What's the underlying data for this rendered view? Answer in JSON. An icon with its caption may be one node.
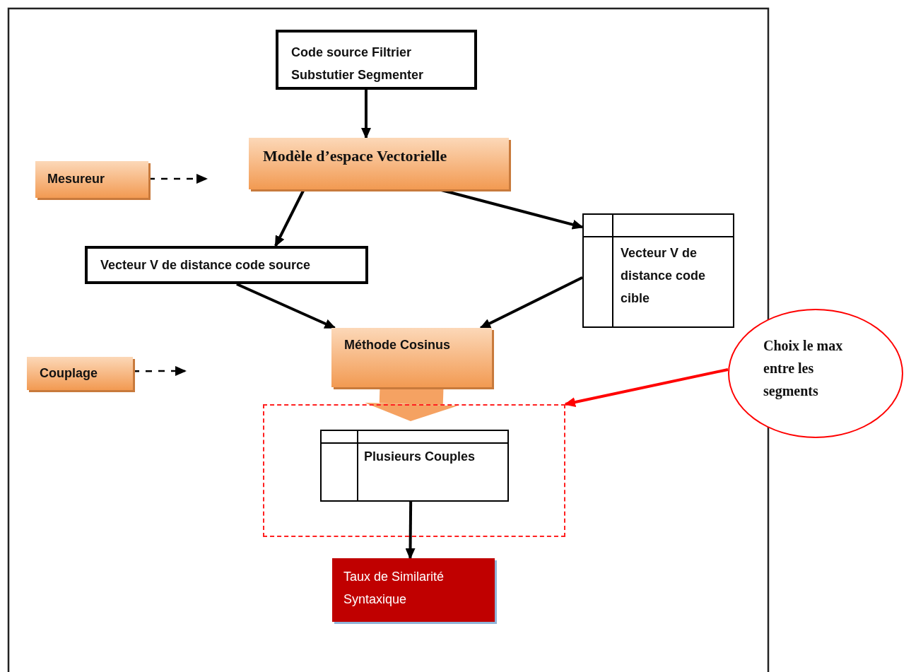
{
  "diagram": {
    "nodes": [
      {
        "text": [
          "Code source Filtrier Substutier Segmenter"
        ]
      },
      {
        "text": [
          "Modèle d’espace Vectorielle"
        ]
      },
      {
        "text": [
          "Mesureur"
        ]
      },
      {
        "text": [
          "Vecteur V de  distance code source"
        ]
      },
      {
        "text": [
          "Vecteur V de distance code cible"
        ]
      },
      {
        "text": [
          "Méthode Cosinus"
        ]
      },
      {
        "text": [
          "Couplage"
        ]
      },
      {
        "text": [],
        "shape": "box"
      },
      {
        "text": [
          "Plusieurs Couples"
        ],
        "in": 7
      },
      {
        "text": [
          "Taux de Similarité Syntaxique"
        ]
      },
      {
        "text": [
          "Choix le max entre les segments"
        ]
      }
    ],
    "edges": [
      {
        "from": 0,
        "to": 1,
        "arrow": "to"
      },
      {
        "from": 1,
        "to": 3,
        "arrow": "to"
      },
      {
        "from": 1,
        "to": 4,
        "arrow": "to"
      },
      {
        "from": 3,
        "to": 5,
        "arrow": "to"
      },
      {
        "from": 4,
        "to": 5,
        "arrow": "to"
      },
      {
        "from": 2,
        "to": null,
        "arrow": "to",
        "style": "dashed"
      },
      {
        "from": 6,
        "to": null,
        "arrow": "to",
        "style": "dashed"
      },
      {
        "from": 5,
        "to": 7,
        "arrow": "to",
        "style": "thick",
        "color": "#f5a262"
      },
      {
        "from": 8,
        "to": 9,
        "arrow": "to"
      },
      {
        "from": 10,
        "to": 7,
        "arrow": "to",
        "color": "#ff0000"
      }
    ]
  }
}
